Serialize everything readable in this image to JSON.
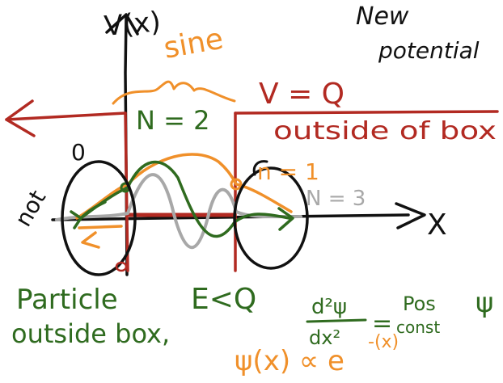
{
  "axes": {
    "y_label": "V(x)",
    "x_label": "X"
  },
  "notes": {
    "title_line1": "New",
    "title_line2": "potential",
    "sine": "sine",
    "potential": "V = Q",
    "outside": "outside of box",
    "n2": "N = 2",
    "n1": "n = 1",
    "n3": "N = 3",
    "zero": "0",
    "not": "not",
    "particle": "Particle",
    "condition": "E<Q",
    "outside_box": "outside box,",
    "deriv_num": "d²ψ",
    "deriv_den": "dx²",
    "equals": "=",
    "pos": "Pos",
    "const": "const",
    "psi": "ψ",
    "proportional": "ψ(x) ∝ e",
    "exponent": "-(x)"
  },
  "colors": {
    "ink_black": "#111111",
    "ink_red": "#b22a22",
    "ink_orange": "#f0902a",
    "ink_green": "#2f6b1f",
    "ink_gray": "#a8a8a8",
    "background": "#ffffff"
  }
}
